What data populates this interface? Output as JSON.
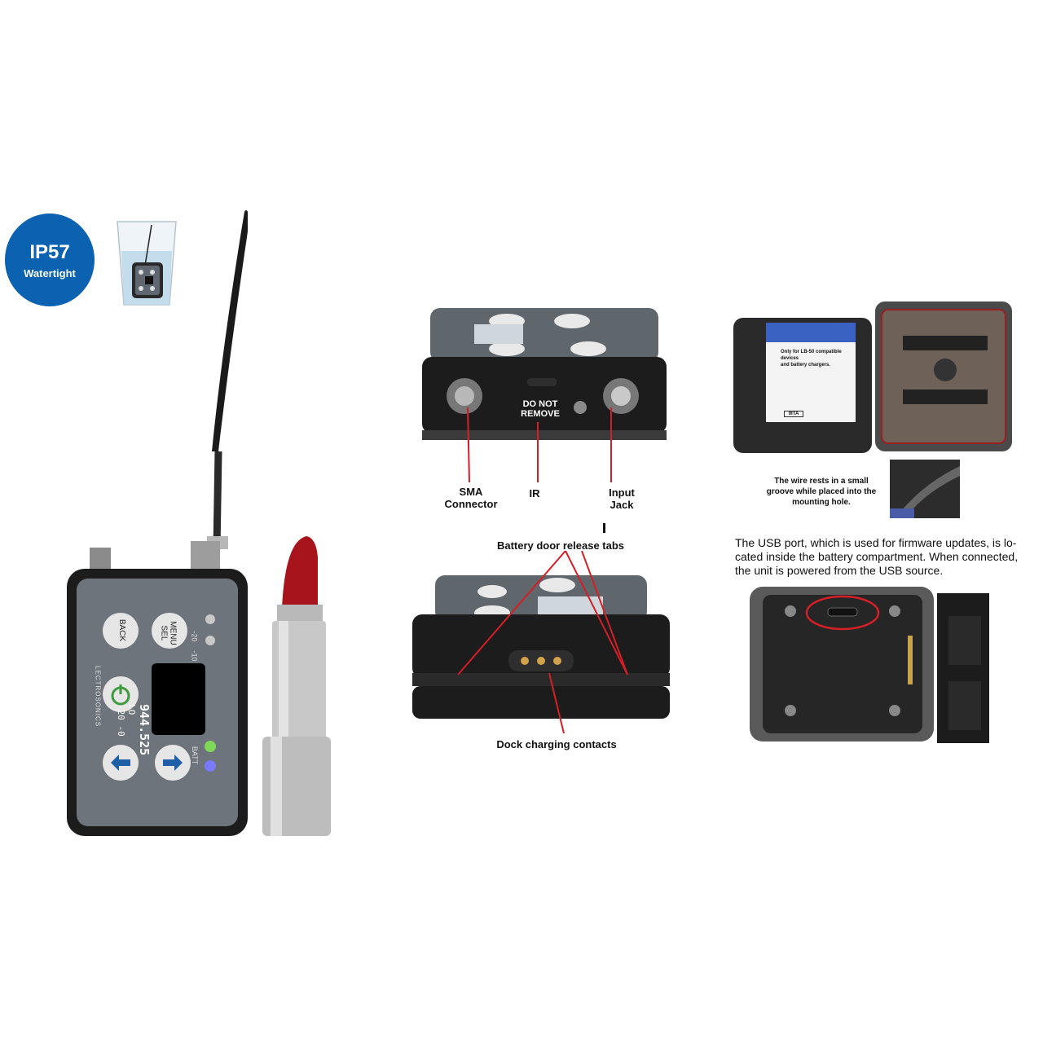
{
  "badge": {
    "rating": "IP57",
    "subtitle": "Watertight"
  },
  "device": {
    "buttons": {
      "back": "BACK",
      "menu": "MENU",
      "sel": "SEL"
    },
    "brand": "LECTROSONICS",
    "level_marks": [
      "-20",
      "-10"
    ],
    "batt_label": "BATT",
    "screen": {
      "frequency": "944.525",
      "line2": "LO",
      "line3": "-20 -0"
    }
  },
  "top_view": {
    "center_label": [
      "DO NOT",
      "REMOVE"
    ],
    "callouts": {
      "sma": [
        "SMA",
        "Connector"
      ],
      "ir": "IR",
      "input": [
        "Input",
        "Jack"
      ]
    }
  },
  "bottom_view": {
    "battery_tabs": "Battery door release tabs",
    "dock_contacts": "Dock charging contacts"
  },
  "battery_view": {
    "battery_text": [
      "Only for LB-50 compatible devices",
      "and battery chargers."
    ],
    "wire_note": [
      "The wire rests in a small",
      "groove while placed into the",
      "mounting hole."
    ],
    "battery_tag": "0ITA"
  },
  "usb_note": [
    "The USB port, which is used for firmware updates, is lo-",
    "cated inside the battery compartment. When connected,",
    "the unit is powered from the USB source."
  ],
  "colors": {
    "badge_blue": "#0a62b0",
    "callout_red": "#d41f26",
    "device_black": "#1c1c1c",
    "panel_gray": "#6d747b"
  },
  "icons": [
    "power-icon",
    "left-arrow-icon",
    "right-arrow-icon"
  ]
}
